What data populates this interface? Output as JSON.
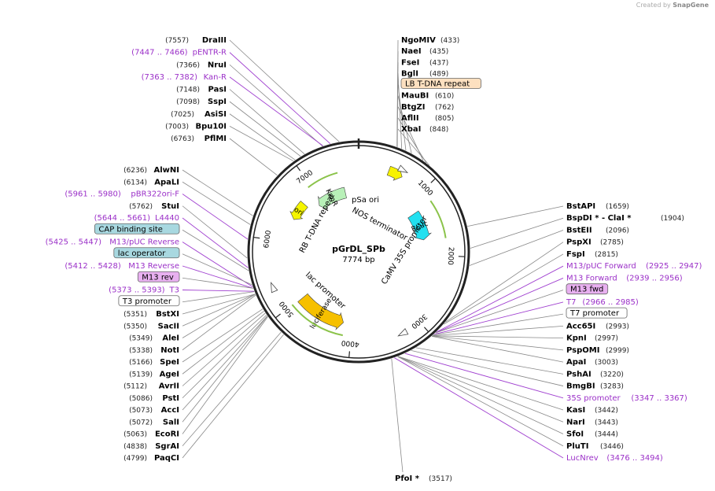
{
  "credit": {
    "prefix": "Created by",
    "brand": "SnapGene"
  },
  "plasmid": {
    "name": "pGrDL_SPb",
    "length_label": "7774 bp",
    "length": 7774
  },
  "ticks": [
    {
      "label": "1000",
      "pos": 1000
    },
    {
      "label": "2000",
      "pos": 2000
    },
    {
      "label": "3000",
      "pos": 3000
    },
    {
      "label": "4000",
      "pos": 4000
    },
    {
      "label": "5000",
      "pos": 5000
    },
    {
      "label": "6000",
      "pos": 6000
    },
    {
      "label": "7000",
      "pos": 7000
    }
  ],
  "labels": [
    {
      "kind": "enz",
      "name": "DraIII",
      "pos": "(7557)",
      "bp": 7557,
      "side": "L"
    },
    {
      "kind": "feat",
      "name": "pENTR-R",
      "pos": "(7447 .. 7466)",
      "bp": 7456,
      "side": "L"
    },
    {
      "kind": "enz",
      "name": "NruI",
      "pos": "(7366)",
      "bp": 7366,
      "side": "L"
    },
    {
      "kind": "feat",
      "name": "Kan-R",
      "pos": "(7363 .. 7382)",
      "bp": 7372,
      "side": "L"
    },
    {
      "kind": "enz",
      "name": "PasI",
      "pos": "(7148)",
      "bp": 7148,
      "side": "L"
    },
    {
      "kind": "enz",
      "name": "SspI",
      "pos": "(7098)",
      "bp": 7098,
      "side": "L"
    },
    {
      "kind": "enz",
      "name": "AsiSI",
      "pos": "(7025)",
      "bp": 7025,
      "side": "L"
    },
    {
      "kind": "enz",
      "name": "Bpu10I",
      "pos": "(7003)",
      "bp": 7003,
      "side": "L"
    },
    {
      "kind": "enz",
      "name": "PflMI",
      "pos": "(6763)",
      "bp": 6763,
      "side": "L"
    },
    {
      "kind": "enz",
      "name": "AlwNI",
      "pos": "(6236)",
      "bp": 6236,
      "side": "L"
    },
    {
      "kind": "enz",
      "name": "ApaLI",
      "pos": "(6134)",
      "bp": 6134,
      "side": "L"
    },
    {
      "kind": "feat",
      "name": "pBR322ori-F",
      "pos": "(5961 .. 5980)",
      "bp": 5970,
      "side": "L"
    },
    {
      "kind": "enz",
      "name": "StuI",
      "pos": "(5762)",
      "bp": 5762,
      "side": "L"
    },
    {
      "kind": "feat",
      "name": "L4440",
      "pos": "(5644 .. 5661)",
      "bp": 5652,
      "side": "L"
    },
    {
      "kind": "box",
      "name": "CAP binding site",
      "color": "#a8d8e0",
      "bp": 5620,
      "side": "L"
    },
    {
      "kind": "feat",
      "name": "M13/pUC Reverse",
      "pos": "(5425 .. 5447)",
      "bp": 5436,
      "side": "L"
    },
    {
      "kind": "box",
      "name": "lac operator",
      "color": "#a8d8e0",
      "bp": 5460,
      "side": "L"
    },
    {
      "kind": "feat",
      "name": "M13 Reverse",
      "pos": "(5412 .. 5428)",
      "bp": 5420,
      "side": "L"
    },
    {
      "kind": "box",
      "name": "M13 rev",
      "color": "#e8b0f0",
      "bp": 5420,
      "side": "L"
    },
    {
      "kind": "feat",
      "name": "T3",
      "pos": "(5373 .. 5393)",
      "bp": 5383,
      "side": "L"
    },
    {
      "kind": "box",
      "name": "T3 promoter",
      "color": "#ffffff",
      "bp": 5380,
      "side": "L"
    },
    {
      "kind": "enz",
      "name": "BstXI",
      "pos": "(5351)",
      "bp": 5351,
      "side": "L"
    },
    {
      "kind": "enz",
      "name": "SacII",
      "pos": "(5350)",
      "bp": 5350,
      "side": "L"
    },
    {
      "kind": "enz",
      "name": "AleI",
      "pos": "(5349)",
      "bp": 5349,
      "side": "L"
    },
    {
      "kind": "enz",
      "name": "NotI",
      "pos": "(5338)",
      "bp": 5338,
      "side": "L"
    },
    {
      "kind": "enz",
      "name": "SpeI",
      "pos": "(5166)",
      "bp": 5166,
      "side": "L"
    },
    {
      "kind": "enz",
      "name": "AgeI",
      "pos": "(5139)",
      "bp": 5139,
      "side": "L"
    },
    {
      "kind": "enz",
      "name": "AvrII",
      "pos": "(5112)",
      "bp": 5112,
      "side": "L"
    },
    {
      "kind": "enz",
      "name": "PstI",
      "pos": "(5086)",
      "bp": 5086,
      "side": "L"
    },
    {
      "kind": "enz",
      "name": "AccI",
      "pos": "(5073)",
      "bp": 5073,
      "side": "L"
    },
    {
      "kind": "enz",
      "name": "SalI",
      "pos": "(5072)",
      "bp": 5072,
      "side": "L"
    },
    {
      "kind": "enz",
      "name": "EcoRI",
      "pos": "(5063)",
      "bp": 5063,
      "side": "L"
    },
    {
      "kind": "enz",
      "name": "SgrAI",
      "pos": "(4838)",
      "bp": 4838,
      "side": "L"
    },
    {
      "kind": "enz",
      "name": "PaqCI",
      "pos": "(4799)",
      "bp": 4799,
      "side": "L"
    },
    {
      "kind": "enz",
      "name": "NgoMIV",
      "pos": "(433)",
      "bp": 433,
      "side": "R"
    },
    {
      "kind": "enz",
      "name": "NaeI",
      "pos": "(435)",
      "bp": 435,
      "side": "R"
    },
    {
      "kind": "enz",
      "name": "FseI",
      "pos": "(437)",
      "bp": 437,
      "side": "R"
    },
    {
      "kind": "enz",
      "name": "BglI",
      "pos": "(489)",
      "bp": 489,
      "side": "R"
    },
    {
      "kind": "box",
      "name": "LB T-DNA repeat",
      "color": "#fde0c0",
      "bp": 540,
      "side": "R"
    },
    {
      "kind": "enz",
      "name": "MauBI",
      "pos": "(610)",
      "bp": 610,
      "side": "R"
    },
    {
      "kind": "enz",
      "name": "BtgZI",
      "pos": "(762)",
      "bp": 762,
      "side": "R"
    },
    {
      "kind": "enz",
      "name": "AflII",
      "pos": "(805)",
      "bp": 805,
      "side": "R"
    },
    {
      "kind": "enz",
      "name": "XbaI",
      "pos": "(848)",
      "bp": 848,
      "side": "R"
    },
    {
      "kind": "enz",
      "name": "BstAPI",
      "pos": "(1659)",
      "bp": 1659,
      "side": "R"
    },
    {
      "kind": "enz",
      "name": "BspDI * - ClaI *",
      "pos": "(1904)",
      "bp": 1904,
      "side": "R"
    },
    {
      "kind": "enz",
      "name": "BstEII",
      "pos": "(2096)",
      "bp": 2096,
      "side": "R"
    },
    {
      "kind": "enz",
      "name": "PspXI",
      "pos": "(2785)",
      "bp": 2785,
      "side": "R"
    },
    {
      "kind": "enz",
      "name": "FspI",
      "pos": "(2815)",
      "bp": 2815,
      "side": "R"
    },
    {
      "kind": "feat",
      "name": "M13/pUC Forward",
      "pos": "(2925 .. 2947)",
      "bp": 2936,
      "side": "R"
    },
    {
      "kind": "feat",
      "name": "M13 Forward",
      "pos": "(2939 .. 2956)",
      "bp": 2947,
      "side": "R"
    },
    {
      "kind": "box",
      "name": "M13 fwd",
      "color": "#e8b0f0",
      "bp": 2947,
      "side": "R"
    },
    {
      "kind": "feat",
      "name": "T7",
      "pos": "(2966 .. 2985)",
      "bp": 2975,
      "side": "R"
    },
    {
      "kind": "box",
      "name": "T7 promoter",
      "color": "#ffffff",
      "bp": 2980,
      "side": "R"
    },
    {
      "kind": "enz",
      "name": "Acc65I",
      "pos": "(2993)",
      "bp": 2993,
      "side": "R"
    },
    {
      "kind": "enz",
      "name": "KpnI",
      "pos": "(2997)",
      "bp": 2997,
      "side": "R"
    },
    {
      "kind": "enz",
      "name": "PspOMI",
      "pos": "(2999)",
      "bp": 2999,
      "side": "R"
    },
    {
      "kind": "enz",
      "name": "ApaI",
      "pos": "(3003)",
      "bp": 3003,
      "side": "R"
    },
    {
      "kind": "enz",
      "name": "PshAI",
      "pos": "(3220)",
      "bp": 3220,
      "side": "R"
    },
    {
      "kind": "enz",
      "name": "BmgBI",
      "pos": "(3283)",
      "bp": 3283,
      "side": "R"
    },
    {
      "kind": "feat",
      "name": "35S promoter",
      "pos": "(3347 .. 3367)",
      "bp": 3357,
      "side": "R"
    },
    {
      "kind": "enz",
      "name": "KasI",
      "pos": "(3442)",
      "bp": 3442,
      "side": "R"
    },
    {
      "kind": "enz",
      "name": "NarI",
      "pos": "(3443)",
      "bp": 3443,
      "side": "R"
    },
    {
      "kind": "enz",
      "name": "SfoI",
      "pos": "(3444)",
      "bp": 3444,
      "side": "R"
    },
    {
      "kind": "enz",
      "name": "PluTI",
      "pos": "(3446)",
      "bp": 3446,
      "side": "R"
    },
    {
      "kind": "feat",
      "name": "LucNrev",
      "pos": "(3476 .. 3494)",
      "bp": 3485,
      "side": "R"
    },
    {
      "kind": "enz",
      "name": "PfoI *",
      "pos": "(3517)",
      "bp": 3517,
      "side": "B"
    }
  ],
  "features": [
    {
      "name": "KanR",
      "start": 6900,
      "end": 7500,
      "dir": -1,
      "color": "#b8f0b8",
      "label_inside": true
    },
    {
      "name": "ori",
      "start": 6400,
      "end": 6720,
      "dir": -1,
      "color": "#f5f500",
      "label_inside": true
    },
    {
      "name": "pSa ori",
      "start": 440,
      "end": 650,
      "dir": 1,
      "color": "#f7f200",
      "label_inside": false
    },
    {
      "name": "RLuc",
      "start": 1200,
      "end": 1720,
      "dir": 1,
      "color": "#22e0f0",
      "label_inside": true
    },
    {
      "name": "luciferase",
      "start": 4150,
      "end": 4980,
      "dir": -1,
      "color": "#f6c000",
      "label_inside": true
    }
  ],
  "inner_labels": [
    {
      "text": "pSa ori"
    },
    {
      "text": "NOS terminator"
    },
    {
      "text": "RB T-DNA repeat"
    },
    {
      "text": "CaMV 35S promoter"
    },
    {
      "text": "lac promoter"
    }
  ],
  "colors": {
    "kanr": "#b8f0b8",
    "ori": "#f5f500",
    "rluc": "#22e0f0",
    "luc": "#f6c000",
    "purple": "#9b30c8",
    "orf_outline": "#8bc34a"
  }
}
